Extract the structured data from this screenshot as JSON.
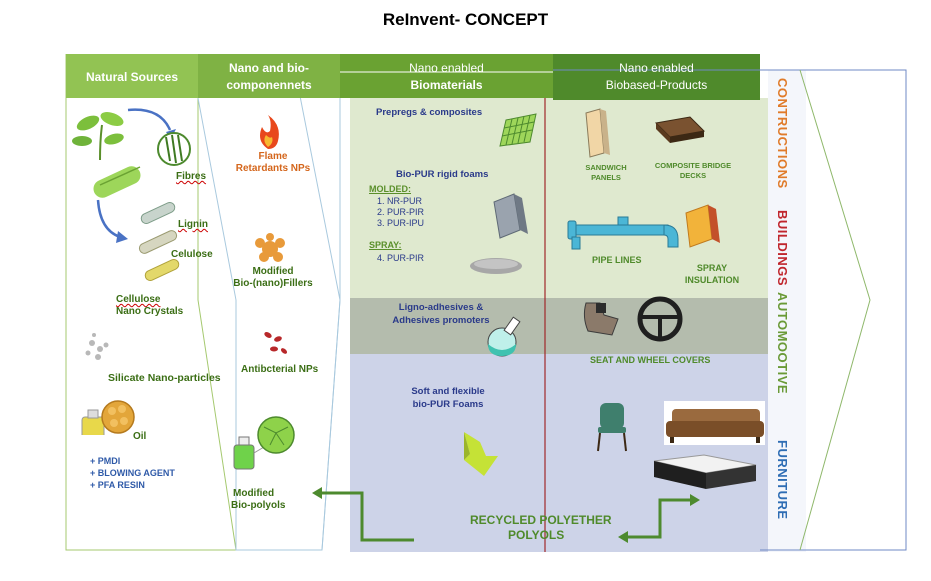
{
  "title": "ReInvent- CONCEPT",
  "headers": {
    "natural_sources": "Natural Sources",
    "nano_bio_line1": "Nano and bio-",
    "nano_bio_line2": "componennets",
    "nano_biomaterials_line1": "Nano enabled",
    "nano_biomaterials_line2": "Biomaterials",
    "nano_products_line1": "Nano enabled",
    "nano_products_line2": "Biobased-Products"
  },
  "natural_sources": {
    "fibres": "Fibres",
    "lignin": "Lignin",
    "celulose": "Celulose",
    "cellulose_nc_line1": "Cellulose",
    "cellulose_nc_line2": "Nano Crystals",
    "silicate": "Silicate Nano-particles",
    "oil": "Oil",
    "list": [
      "+ PMDI",
      "+ BLOWING AGENT",
      "+ PFA RESIN"
    ]
  },
  "components": {
    "flame_line1": "Flame",
    "flame_line2": "Retardants NPs",
    "fillers_line1": "Modified",
    "fillers_line2": "Bio-(nano)Fillers",
    "antibacterial": "Antibcterial NPs",
    "polyols_line1": "Modified",
    "polyols_line2": "Bio-polyols"
  },
  "biomaterials": {
    "prepregs": "Prepregs & composites",
    "biopur": "Bio-PUR  rigid foams",
    "molded": "MOLDED:",
    "molded_items": [
      "1. NR-PUR",
      "2. PUR-PIR",
      "3. PUR-IPU"
    ],
    "spray": "SPRAY:",
    "spray_items": [
      "4. PUR-PIR"
    ],
    "ligno_line1": "Ligno-adhesives &",
    "ligno_line2": "Adhesives  promoters",
    "soft_line1": "Soft and flexible",
    "soft_line2": "bio-PUR Foams"
  },
  "products": {
    "sandwich_line1": "SANDWICH",
    "sandwich_line2": "PANELS",
    "bridge_line1": "COMPOSITE BRIDGE",
    "bridge_line2": "DECKS",
    "pipe": "PIPE LINES",
    "spray_line1": "SPRAY",
    "spray_line2": "INSULATION",
    "seat": "SEAT AND WHEEL COVERS"
  },
  "recycled_line1": "RECYCLED POLYETHER",
  "recycled_line2": "POLYOLS",
  "sectors": {
    "constructions": "CONTRUCTIONS",
    "buildings": "BUILDINGS",
    "automotive": "AUTOMOOTIVE",
    "furniture": "FURNITURE"
  },
  "colors": {
    "header_light": "#92c353",
    "header_dark": "#4f8a2b",
    "green_band": "#dfe9cf",
    "gray_band": "#b4bcad",
    "blue_band": "#cdd3e8",
    "divider_red": "#a0282a",
    "constructions": "#e07b2a",
    "buildings": "#c0262d",
    "automotive": "#6a9a37",
    "furniture": "#2e6db4"
  }
}
